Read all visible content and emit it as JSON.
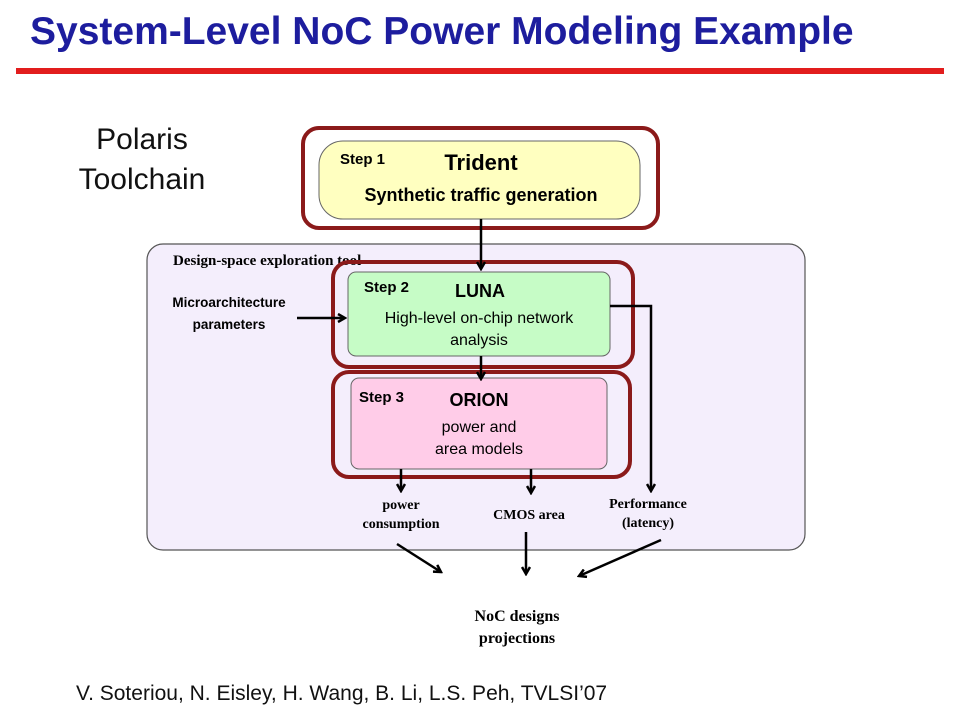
{
  "title": "System-Level NoC Power Modeling Example",
  "toolchain": {
    "line1": "Polaris",
    "line2": "Toolchain"
  },
  "dse_label": "Design-space exploration tool",
  "steps": [
    {
      "step": "Step 1",
      "name": "Trident",
      "desc": [
        "Synthetic traffic generation"
      ],
      "color": "#ffffc0"
    },
    {
      "step": "Step 2",
      "name": "LUNA",
      "desc": [
        "High-level on-chip network",
        "analysis"
      ],
      "color": "#c6fcc6"
    },
    {
      "step": "Step 3",
      "name": "ORION",
      "desc": [
        "power and",
        "area models"
      ],
      "color": "#ffcce8"
    }
  ],
  "input_label": [
    "Microarchitecture",
    "parameters"
  ],
  "outputs": {
    "power": [
      "power",
      "consumption"
    ],
    "area": [
      "CMOS area"
    ],
    "performance": [
      "Performance",
      "(latency)"
    ]
  },
  "final": [
    "NoC designs",
    "projections"
  ],
  "citation": "V. Soteriou, N. Eisley, H. Wang, B. Li, L.S. Peh, TVLSI’07",
  "colors": {
    "title": "#1d1d9e",
    "rule": "#e21d1d",
    "group_border": "#8b1a1a",
    "dse_bg": "#f4eefc"
  }
}
